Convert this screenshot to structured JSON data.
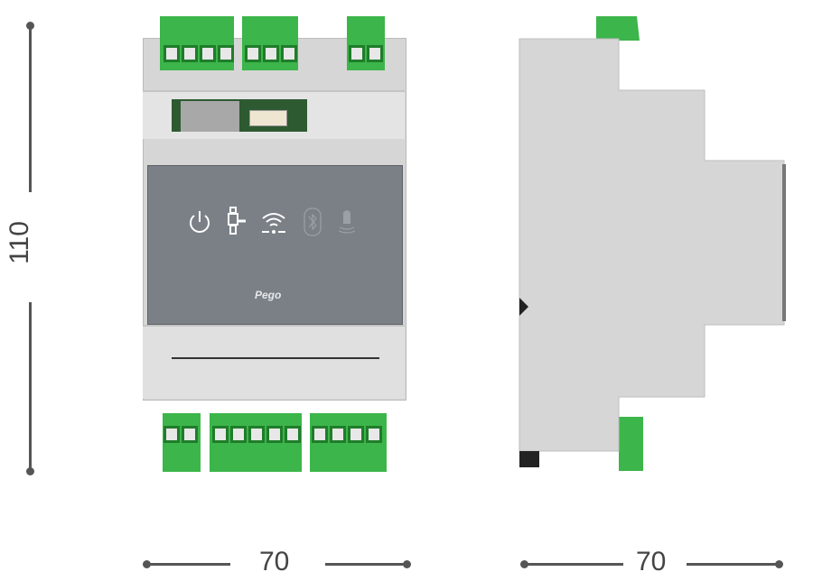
{
  "dimensions": {
    "height_label": "110",
    "width_front_label": "70",
    "depth_side_label": "70"
  },
  "panel": {
    "logo_text": "Pego",
    "icons": [
      "power-icon",
      "valve-icon",
      "wifi-icon",
      "bluetooth-icon",
      "alarm-bell-icon"
    ]
  },
  "colors": {
    "terminal_green": "#3cb54a",
    "panel_gray": "#7b8087",
    "housing_gray": "#d9d9d9",
    "dimension": "#555555"
  }
}
